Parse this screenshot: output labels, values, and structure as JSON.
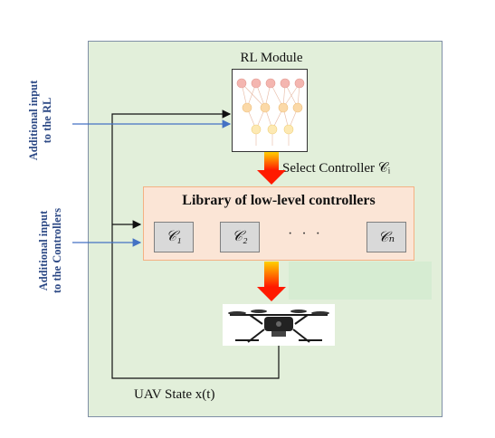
{
  "rl_module": {
    "title": "RL Module"
  },
  "select_controller": {
    "label": "Select Controller 𝒞ᵢ"
  },
  "library": {
    "title": "Library of low-level controllers",
    "controllers": [
      "𝒞₁",
      "𝒞₂",
      "𝒞ₙ"
    ],
    "ellipsis": "· · ·"
  },
  "uav_state": {
    "label": "UAV State x(t)"
  },
  "side_labels": {
    "rl_input": [
      "Additional input",
      "to the RL"
    ],
    "controller_input": [
      "Additional input",
      "to the Controllers"
    ]
  },
  "colors": {
    "frame_fill": "#e2efda",
    "library_fill": "#fbe5d6",
    "input_arrow": "#4472c4",
    "side_label_text": "#2e4a86"
  }
}
